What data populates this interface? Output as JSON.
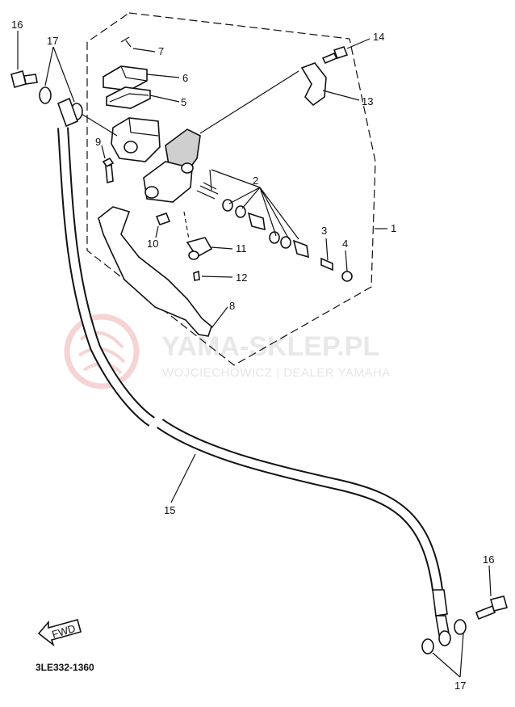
{
  "diagram": {
    "callouts": [
      {
        "id": "c1",
        "text": "1"
      },
      {
        "id": "c2",
        "text": "2"
      },
      {
        "id": "c3",
        "text": "3"
      },
      {
        "id": "c4",
        "text": "4"
      },
      {
        "id": "c5",
        "text": "5"
      },
      {
        "id": "c6",
        "text": "6"
      },
      {
        "id": "c7",
        "text": "7"
      },
      {
        "id": "c8",
        "text": "8"
      },
      {
        "id": "c9",
        "text": "9"
      },
      {
        "id": "c10",
        "text": "10"
      },
      {
        "id": "c11",
        "text": "11"
      },
      {
        "id": "c12",
        "text": "12"
      },
      {
        "id": "c13",
        "text": "13"
      },
      {
        "id": "c14",
        "text": "14"
      },
      {
        "id": "c15",
        "text": "15"
      },
      {
        "id": "c16a",
        "text": "16"
      },
      {
        "id": "c16b",
        "text": "16"
      },
      {
        "id": "c17a",
        "text": "17"
      },
      {
        "id": "c17b",
        "text": "17"
      }
    ],
    "fwd_label": "FWD",
    "diagram_code": "3LE332-1360"
  },
  "watermark": {
    "brand": "YAMA-SKLEP.PL",
    "tagline": "WOJCIECHOWICZ | DEALER YAMAHA"
  }
}
